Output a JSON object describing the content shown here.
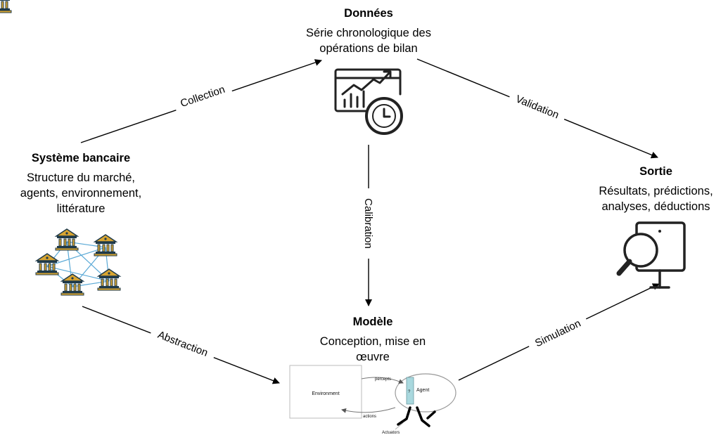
{
  "nodes": {
    "data": {
      "title": "Données",
      "description_line1": "Série chronologique des",
      "description_line2": "opérations de bilan"
    },
    "banking": {
      "title": "Système bancaire",
      "description_line1": "Structure du marché,",
      "description_line2": "agents, environnement,",
      "description_line3": "littérature"
    },
    "output": {
      "title": "Sortie",
      "description_line1": "Résultats, prédictions,",
      "description_line2": "analyses, déductions"
    },
    "model": {
      "title": "Modèle",
      "description_line1": "Conception, mise en",
      "description_line2": "œuvre"
    }
  },
  "edges": {
    "collection": "Collection",
    "validation": "Validation",
    "calibration": "Calibration",
    "abstraction": "Abstraction",
    "simulation": "Simulation"
  },
  "agent_diagram": {
    "environment": "Environment",
    "percepts": "percepts",
    "agent": "Agent",
    "question_mark": "?",
    "actions": "actions",
    "actuators": "Actuators"
  },
  "icons": [
    "chart-clock-icon",
    "bank-network-icon",
    "monitor-search-icon"
  ],
  "colors": {
    "line": "#000000",
    "network": "#5aa9d6",
    "bank_gold": "#d8a531",
    "bank_dark": "#1f3a4a",
    "agent_box": "#a9d8de"
  }
}
